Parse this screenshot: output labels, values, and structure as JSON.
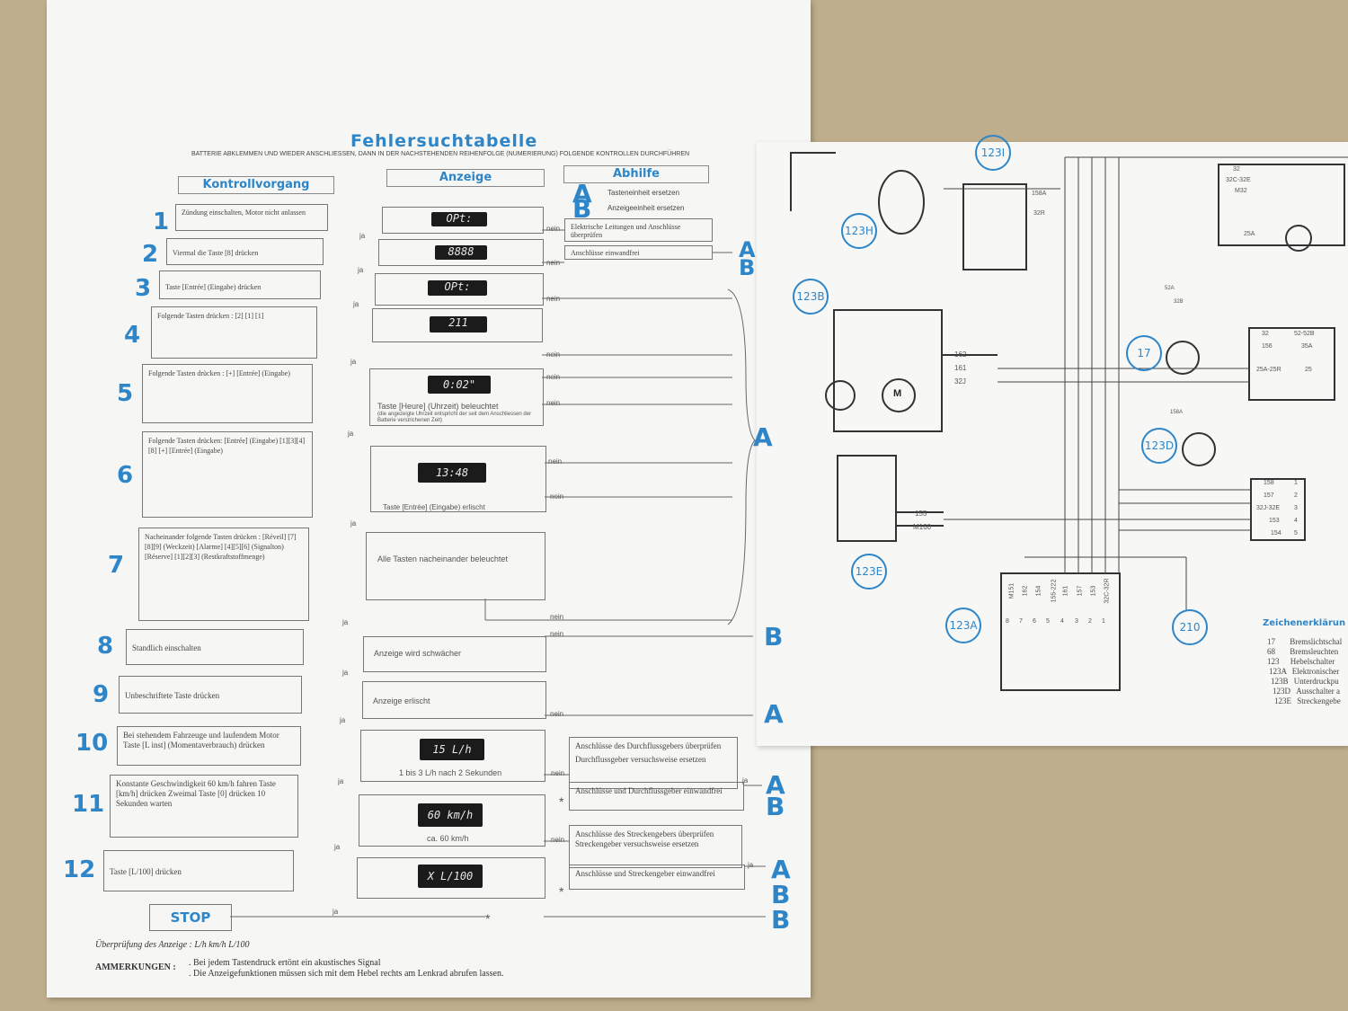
{
  "header": {
    "title": "Fehlersuchtabelle",
    "subtitle": "BATTERIE ABKLEMMEN UND WIEDER ANSCHLIESSEN, DANN IN DER NACHSTEHENDEN REIHENFOLGE (NUMERIERUNG) FOLGENDE KONTROLLEN DURCHFÜHREN",
    "col_kontrollvorgang": "Kontrollvorgang",
    "col_anzeige": "Anzeige",
    "col_abhilfe": "Abhilfe"
  },
  "abhilfe_key": {
    "a_text": "Tasteneinheit ersetzen",
    "b_text": "Anzeigeeinheit ersetzen",
    "c_text": "Elektrische Leitungen und Anschlüsse überprüfen",
    "d_text": "Anschlüsse einwandfrei"
  },
  "steps": [
    {
      "n": "1",
      "text": "Zündung einschalten, Motor nicht anlassen",
      "display": "OPt:"
    },
    {
      "n": "2",
      "text": "Viermal die Taste [8] drücken",
      "display": "8888"
    },
    {
      "n": "3",
      "text": "Taste [Entrée] (Eingabe) drücken",
      "display": "OPt:"
    },
    {
      "n": "4",
      "text": "Folgende Tasten drücken : [2] [1] [1]",
      "display": "211"
    },
    {
      "n": "5",
      "text": "Folgende Tasten drücken : [+] [Entrée] (Eingabe)",
      "display": "0:02\"",
      "note": "Taste [Heure] (Uhrzeit) beleuchtet",
      "note2": "(die angezeigte Uhrzeit entspricht der seit dem Anschliessen der Batterie verstrichenen Zeit)"
    },
    {
      "n": "6",
      "text": "Folgende Tasten drücken: [Entrée] (Eingabe) [1][3][4][8] [+] [Entrée] (Eingabe)",
      "display": "13:48",
      "note": "Taste [Entrée] (Eingabe) erlischt"
    },
    {
      "n": "7",
      "text": "Nacheinander folgende Tasten drücken : [Réveil] [7][8][9] (Weckzeit) [Alarme] [4][5][6] (Signalton) [Réserve] [1][2][3] (Restkraftstoffmenge)",
      "display": "Alle Tasten nacheinander beleuchtet"
    },
    {
      "n": "8",
      "text": "Standlich einschalten",
      "display": "Anzeige wird schwächer"
    },
    {
      "n": "9",
      "text": "Unbeschriftete Taste drücken",
      "display": "Anzeige erlischt"
    },
    {
      "n": "10",
      "text": "Bei stehendem Fahrzeuge und laufendem Motor Taste [L inst] (Momentaverbrauch) drücken",
      "display": "15 L/h",
      "note": "1 bis 3 L/h nach 2 Sekunden"
    },
    {
      "n": "11",
      "text": "Konstante Geschwindigkeit 60 km/h fahren Taste [km/h] drücken Zweimal Taste [0] drücken 10 Sekunden warten",
      "display": "60 km/h",
      "note": "ca. 60 km/h"
    },
    {
      "n": "12",
      "text": "Taste [L/100] drücken",
      "display": "X L/100"
    }
  ],
  "step10_remedy": {
    "line1": "Anschlüsse des Durchflussgebers überprüfen",
    "line2": "Durchflussgeber versuchsweise ersetzen",
    "line3": "Anschlüsse und Durchflussgeber einwandfrei"
  },
  "step11_remedy": {
    "line1": "Anschlüsse des Streckengebers überprüfen",
    "line2": "Streckengeber versuchsweise ersetzen",
    "line3": "Anschlüsse und Streckengeber einwandfrei"
  },
  "labels": {
    "ja": "ja",
    "nein": "nein",
    "star": "*"
  },
  "results": {
    "A": "A",
    "B": "B",
    "AB": "A\nB",
    "ABB": "A\nB\nB"
  },
  "stop": "STOP",
  "footnote": "Überprüfung des Anzeige :  L/h    km/h    L/100",
  "anmerkungen_label": "AMMERKUNGEN :",
  "anmerkung1": ". Bei jedem Tastendruck ertönt ein akustisches Signal",
  "anmerkung2": ". Die Anzeigefunktionen müssen sich mit dem Hebel rechts am Lenkrad abrufen lassen.",
  "diagram": {
    "labels": [
      "123I",
      "123H",
      "123B",
      "17",
      "123D",
      "123E",
      "123A",
      "210"
    ],
    "terminals_a": [
      "162",
      "161",
      "32J"
    ],
    "terminals_b": [
      "155",
      "M160"
    ],
    "connector": [
      "M151",
      "162",
      "154",
      "155-222",
      "161",
      "157",
      "153",
      "32C-32R"
    ],
    "connector_pins": [
      "8",
      "7",
      "6",
      "5",
      "4",
      "3",
      "2",
      "1"
    ],
    "wires": [
      "158A",
      "32R",
      "32",
      "32C-32E",
      "M32",
      "25A",
      "52A",
      "32B",
      "158A"
    ],
    "block1": [
      "32",
      "52-52B",
      "156",
      "35A",
      "25A-25R",
      "25"
    ],
    "block2": [
      "158",
      "157",
      "32J-32E",
      "153",
      "154"
    ],
    "block2_pins": [
      "1",
      "2",
      "3",
      "4",
      "5"
    ],
    "motor": "M"
  },
  "legend": {
    "title": "Zeichenerklärun",
    "items": [
      {
        "num": "17",
        "text": "Bremslichtschal"
      },
      {
        "num": "68",
        "text": "Bremsleuchten"
      },
      {
        "num": "123",
        "text": "Hebelschalter"
      },
      {
        "num": "123A",
        "text": "Elektronischer"
      },
      {
        "num": "123B",
        "text": "Unterdruckpu"
      },
      {
        "num": "123D",
        "text": "Ausschalter a"
      },
      {
        "num": "123E",
        "text": "Streckengebe"
      }
    ]
  }
}
